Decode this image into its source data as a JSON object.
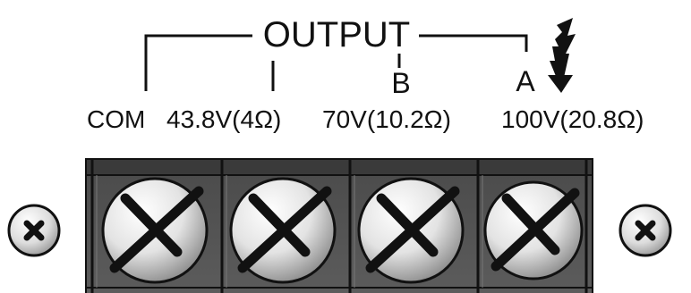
{
  "diagram": {
    "header": "OUTPUT",
    "tap_b": "B",
    "tap_a": "A",
    "terminals": [
      {
        "label": "COM"
      },
      {
        "label": "43.8V(4Ω)"
      },
      {
        "label": "70V(10.2Ω)"
      },
      {
        "label": "100V(20.8Ω)"
      }
    ],
    "icons": {
      "hazard": "lightning-bolt-icon",
      "terminal_screw": "phillips-screw-icon",
      "mount_screw": "mounting-screw-icon"
    }
  }
}
